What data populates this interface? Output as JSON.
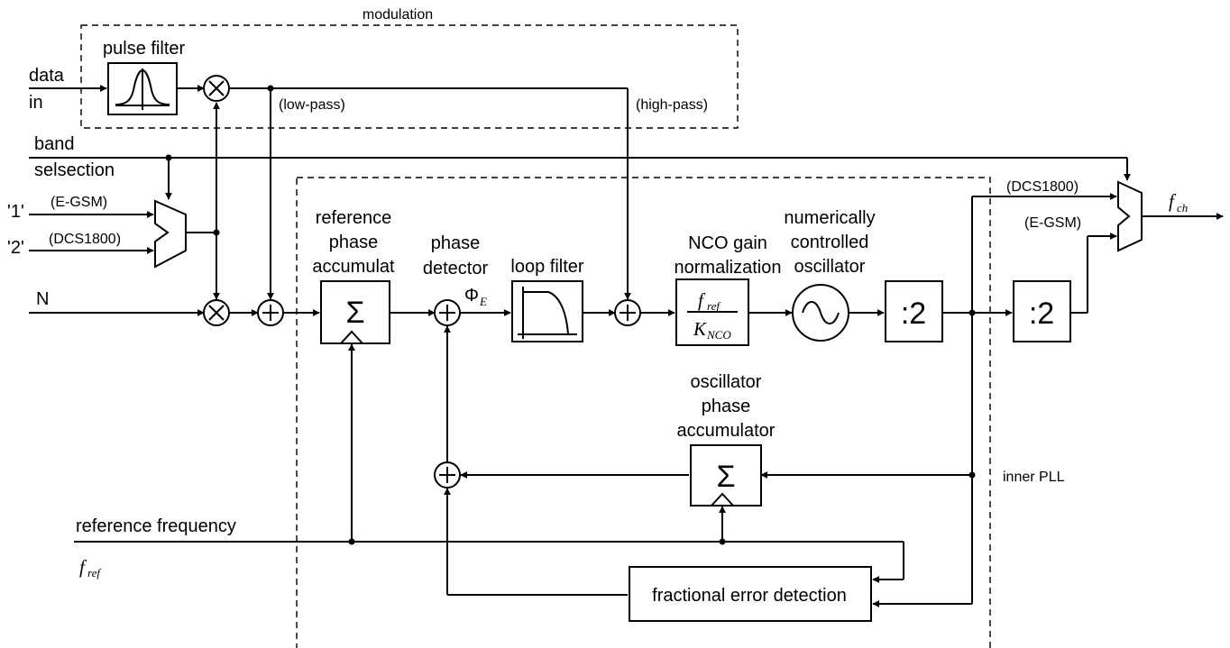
{
  "labels": {
    "modulation": "modulation",
    "pulse_filter": "pulse filter",
    "data": "data",
    "in": "in",
    "low_pass": "(low-pass)",
    "high_pass": "(high-pass)",
    "band": "band",
    "band_selection": "selsection",
    "sel1": "'1'",
    "sel2": "'2'",
    "egsm_in": "(E-GSM)",
    "dcs_in": "(DCS1800)",
    "n": "N",
    "ref_acc_1": "reference",
    "ref_acc_2": "phase",
    "ref_acc_3": "accumulat",
    "phase_det_1": "phase",
    "phase_det_2": "detector",
    "phi_e": "Φ",
    "phi_e_sub": "E",
    "loop_filter": "loop filter",
    "nco_gain_1": "NCO gain",
    "nco_gain_2": "normalization",
    "nco_num": "f",
    "nco_num_sub": "ref",
    "nco_den": "K",
    "nco_den_sub": "NCO",
    "nco_1": "numerically",
    "nco_2": "controlled",
    "nco_3": "oscillator",
    "div1": ":2",
    "div2": ":2",
    "dcs_out": "(DCS1800)",
    "egsm_out": "(E-GSM)",
    "fch": "f",
    "fch_sub": "ch",
    "osc_acc_1": "oscillator",
    "osc_acc_2": "phase",
    "osc_acc_3": "accumulator",
    "inner_pll": "inner PLL",
    "ref_freq": "reference frequency",
    "fref": "f",
    "fref_sub": "ref",
    "frac_err": "fractional error detection",
    "sigma1": "Σ",
    "sigma2": "Σ"
  }
}
